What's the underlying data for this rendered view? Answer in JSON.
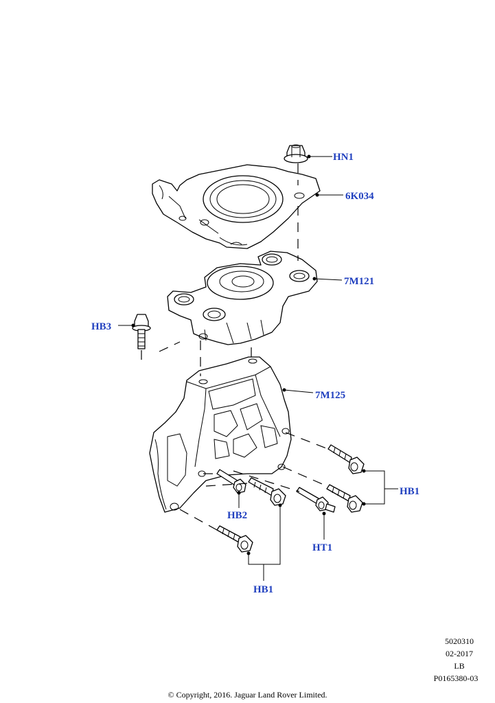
{
  "callouts": {
    "hn1": "HN1",
    "k6034": "6K034",
    "m7121": "7M121",
    "hb3": "HB3",
    "m7125": "7M125",
    "hb1_right": "HB1",
    "hb2": "HB2",
    "ht1": "HT1",
    "hb1_bottom": "HB1"
  },
  "footer": {
    "code": "5020310",
    "date": "02-2017",
    "lang": "LB",
    "illustration": "P0165380-03",
    "copyright": "© Copyright, 2016. Jaguar Land Rover Limited."
  },
  "colors": {
    "callout": "#1f3fbf",
    "line": "#000000"
  }
}
